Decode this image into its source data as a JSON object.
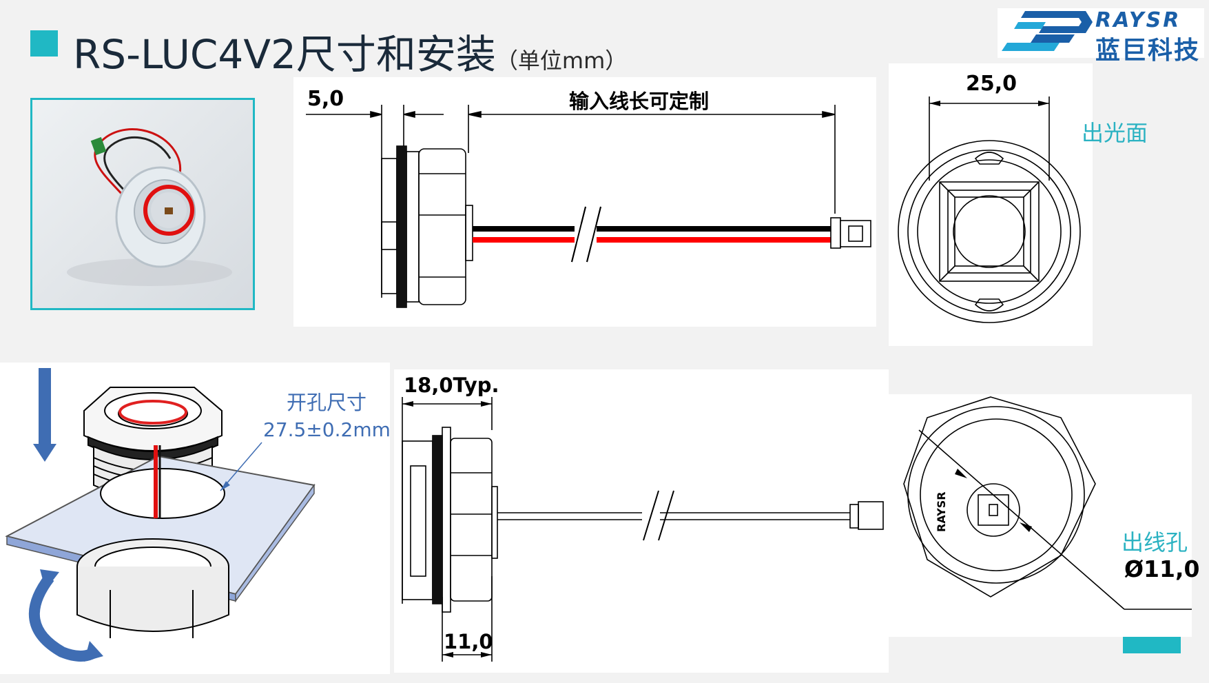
{
  "slide": {
    "title": "RS-LUC4V2尺寸和安装",
    "title_unit": "（单位mm）"
  },
  "logo": {
    "brand_en": "RAYSR",
    "brand_cn": "蓝巨科技"
  },
  "side_view_top": {
    "dim_thickness": "5,0",
    "dim_cable": "输入线长可定制"
  },
  "front_view": {
    "dim_diameter": "25,0",
    "label": "出光面"
  },
  "install": {
    "hole_label": "开孔尺寸",
    "hole_size": "27.5±0.2mm"
  },
  "side_view_bottom": {
    "dim_length": "18,0Typ.",
    "dim_thread": "11,0"
  },
  "rear_view": {
    "label": "出线孔",
    "dim_hole": "Ø11,0",
    "marking": "RAYSR"
  },
  "colors": {
    "accent": "#20b8c4",
    "wire_red": "#ff0000",
    "wire_black": "#000000",
    "label_blue": "#3f6db3"
  }
}
